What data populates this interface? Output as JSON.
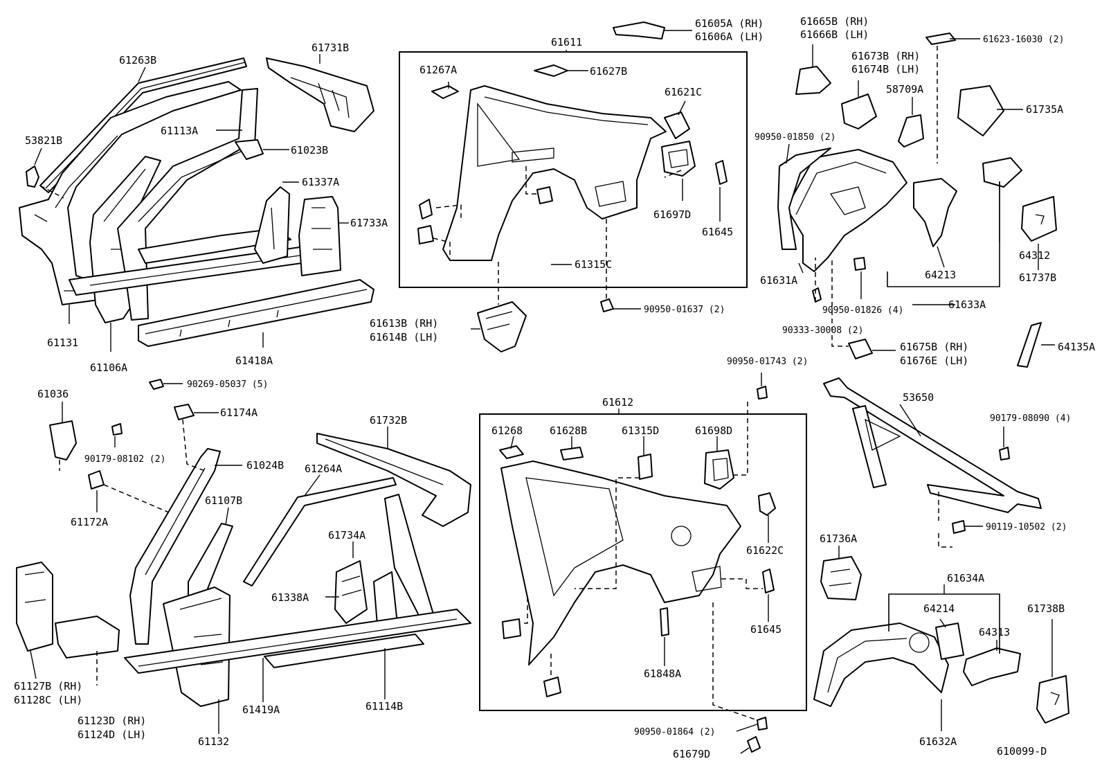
{
  "diagram_code": "610099-D",
  "labels": {
    "p61263B": "61263B",
    "p61731B": "61731B",
    "p53821B": "53821B",
    "p61113A": "61113A",
    "p61023B": "61023B",
    "p61337A": "61337A",
    "p61733A": "61733A",
    "p61131": "61131",
    "p61106A": "61106A",
    "p61418A": "61418A",
    "p61611": "61611",
    "p61267A": "61267A",
    "p61627B": "61627B",
    "p61621C": "61621C",
    "p61697D": "61697D",
    "p61645a": "61645",
    "p61315C": "61315C",
    "p90950_01637": "90950-01637 (2)",
    "p61613B": "61613B (RH)",
    "p61614B": "61614B (LH)",
    "p61605A": "61605A (RH)",
    "p61606A": "61606A (LH)",
    "p61665B": "61665B (RH)",
    "p61666B": "61666B (LH)",
    "p61623": "61623-16030 (2)",
    "p61673B": "61673B (RH)",
    "p61674B": "61674B (LH)",
    "p58709A": "58709A",
    "p61735A": "61735A",
    "p90950_01850": "90950-01850 (2)",
    "p61631A": "61631A",
    "p64213": "64213",
    "p64312": "64312",
    "p61737B": "61737B",
    "p61633A": "61633A",
    "p90950_01826": "90950-01826 (4)",
    "p90333_30008": "90333-30008 (2)",
    "p61675B": "61675B (RH)",
    "p61676E": "61676E (LH)",
    "p64135A": "64135A",
    "p90950_01743": "90950-01743 (2)",
    "p53650": "53650",
    "p90179_08090": "90179-08090 (4)",
    "p90119_10502": "90119-10502 (2)",
    "p61036": "61036",
    "p90269_05037": "90269-05037 (5)",
    "p61174A": "61174A",
    "p90179_08102": "90179-08102 (2)",
    "p61024B": "61024B",
    "p61172A": "61172A",
    "p61732B": "61732B",
    "p61264A": "61264A",
    "p61107B": "61107B",
    "p61734A": "61734A",
    "p61338A": "61338A",
    "p61127B": "61127B (RH)",
    "p61128C": "61128C (LH)",
    "p61123D": "61123D (RH)",
    "p61124D": "61124D (LH)",
    "p61132": "61132",
    "p61419A": "61419A",
    "p61114B": "61114B",
    "p61612": "61612",
    "p61268": "61268",
    "p61628B": "61628B",
    "p61315D": "61315D",
    "p61698D": "61698D",
    "p61622C": "61622C",
    "p61645b": "61645",
    "p61848A": "61848A",
    "p90950_01864": "90950-01864 (2)",
    "p61679D": "61679D",
    "p61736A": "61736A",
    "p61634A": "61634A",
    "p64214": "64214",
    "p64313": "64313",
    "p61738B": "61738B",
    "p61632A": "61632A"
  }
}
